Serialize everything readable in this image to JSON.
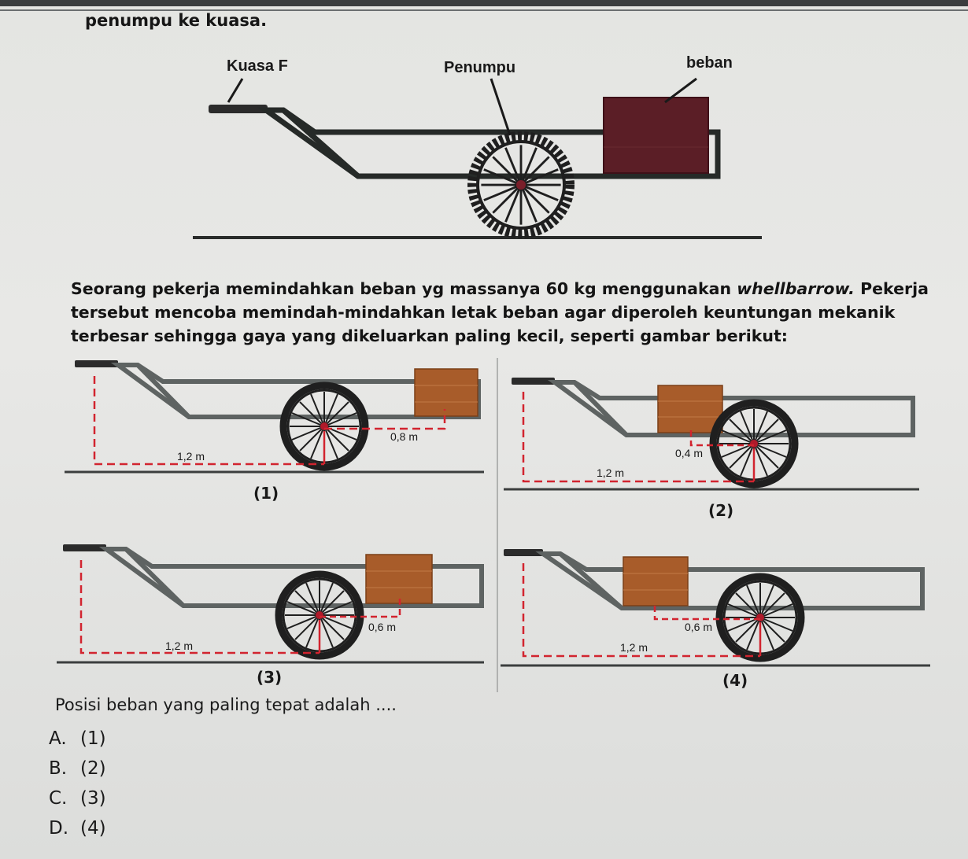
{
  "intro_text": "penumpu ke kuasa.",
  "top_diagram": {
    "label_force": "Kuasa F",
    "label_fulcrum": "Penumpu",
    "label_load": "beban"
  },
  "paragraph": {
    "line1_a": "Seorang pekerja memindahkan beban yg massanya 60 kg menggunakan ",
    "line1_italic": "whellbarrow.",
    "line1_b": " Pekerja",
    "line2": "tersebut mencoba memindah-mindahkan letak beban agar diperoleh keuntungan mekanik",
    "line3": "terbesar sehingga gaya yang dikeluarkan paling kecil, seperti gambar berikut:"
  },
  "panels": [
    {
      "caption": "(1)",
      "dist_effort": "1,2 m",
      "dist_load": "0,8 m"
    },
    {
      "caption": "(2)",
      "dist_effort": "1,2 m",
      "dist_load": "0,4 m"
    },
    {
      "caption": "(3)",
      "dist_effort": "1,2 m",
      "dist_load": "0,6 m"
    },
    {
      "caption": "(4)",
      "dist_effort": "1,2 m",
      "dist_load": "0,6 m"
    }
  ],
  "question": "Posisi beban yang paling tepat adalah ....",
  "options": [
    {
      "letter": "A.",
      "text": "(1)"
    },
    {
      "letter": "B.",
      "text": "(2)"
    },
    {
      "letter": "C.",
      "text": "(3)"
    },
    {
      "letter": "D.",
      "text": "(4)"
    }
  ]
}
